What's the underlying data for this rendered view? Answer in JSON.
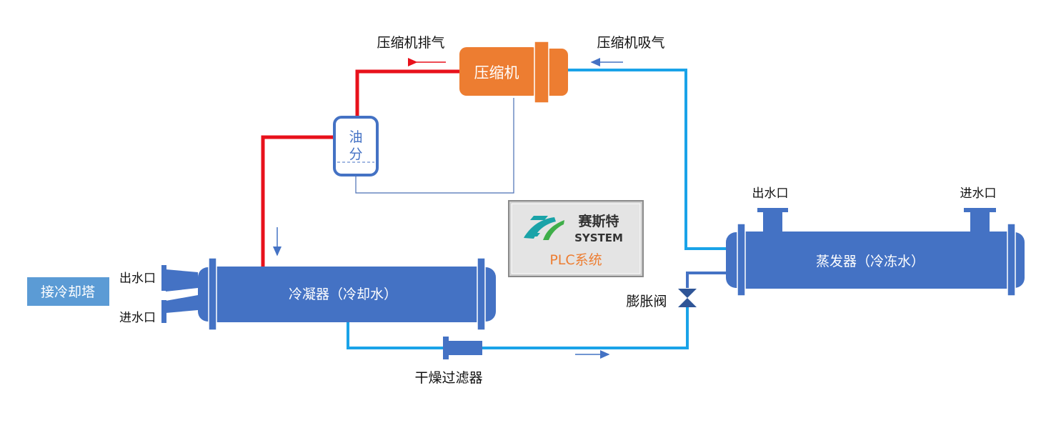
{
  "labels": {
    "compressor": "压缩机",
    "compressor_discharge": "压缩机排气",
    "compressor_suction": "压缩机吸气",
    "oil_separator_line1": "油",
    "oil_separator_line2": "分",
    "condenser": "冷凝器（冷却水）",
    "evaporator": "蒸发器（冷冻水）",
    "cooling_tower": "接冷却塔",
    "condenser_outlet": "出水口",
    "condenser_inlet": "进水口",
    "evaporator_outlet": "出水口",
    "evaporator_inlet": "进水口",
    "expansion_valve": "膨胀阀",
    "filter_drier": "干燥过滤器"
  },
  "logo": {
    "brand_cn": "赛斯特",
    "brand_en": "SYSTEM",
    "product": "PLC系统"
  },
  "colors": {
    "hot_gas": "#e8111b",
    "cold_line": "#1aa3e8",
    "vessel": "#4472c4",
    "compressor": "#ed7d31",
    "tower_box": "#5b9bd5",
    "oil_line": "#4a6fb5"
  }
}
